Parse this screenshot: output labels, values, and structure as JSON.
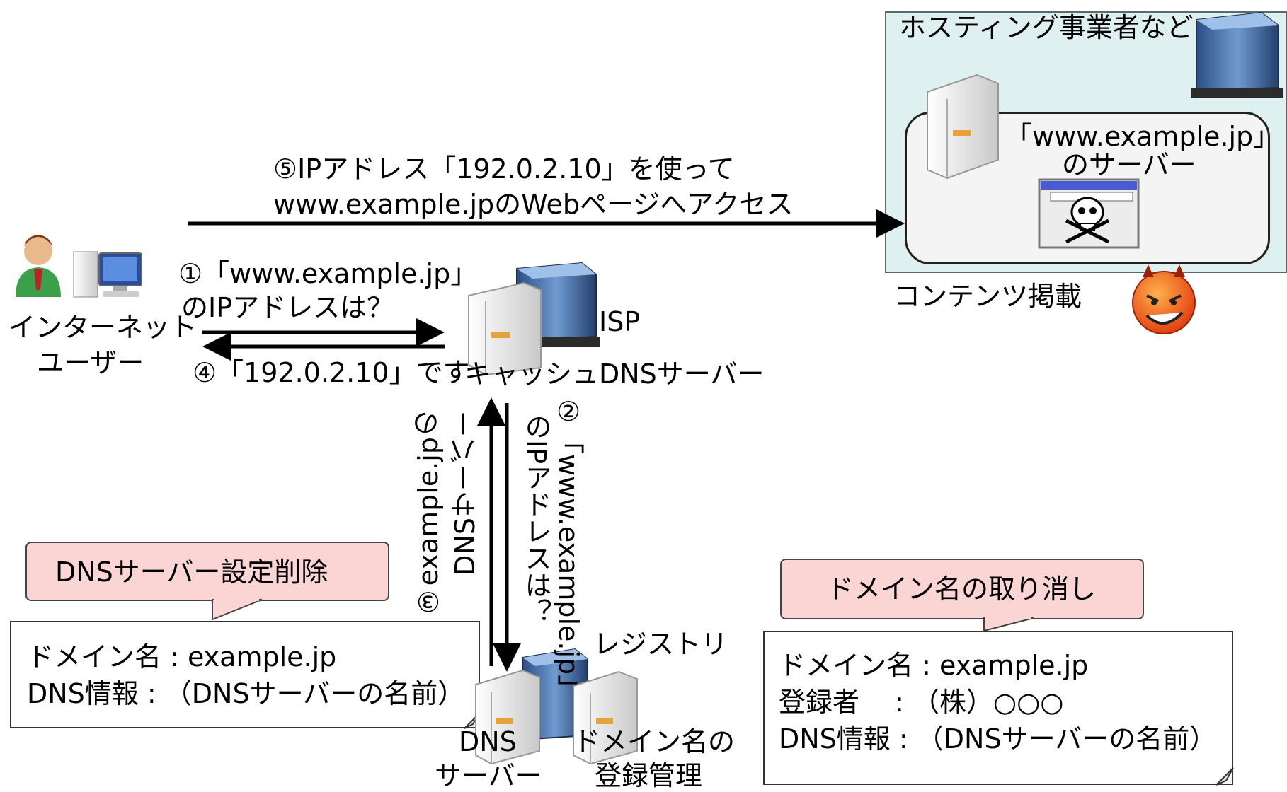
{
  "hosting": {
    "label": "ホスティング事業者など",
    "server_label_1": "「www.example.jp」",
    "server_label_2": "のサーバー",
    "content_label": "コンテンツ掲載"
  },
  "user": {
    "label_1": "インターネット",
    "label_2": "ユーザー"
  },
  "isp": {
    "label": "ISP",
    "cache_label": "キャッシュDNSサーバー"
  },
  "steps": {
    "s5_line1": "⑤IPアドレス「192.0.2.10」を使って",
    "s5_line2": "www.example.jpのWebページへアクセス",
    "s1_line1": "①「www.example.jp」",
    "s1_line2": "のIPアドレスは？",
    "s4": "④「192.0.2.10」です",
    "s2_line1": "②「www.example.jp」",
    "s2_line2": "のIPアドレスは？",
    "s3_line1": "③example.jpの",
    "s3_line2": "DNSサーバー"
  },
  "registry": {
    "label": "レジストリ",
    "dns_1": "DNS",
    "dns_2": "サーバー",
    "domain_1": "ドメイン名の",
    "domain_2": "登録管理"
  },
  "callout_left": {
    "title": "DNSサーバー設定削除",
    "line1": "ドメイン名 : example.jp",
    "line2": "DNS情報 : （DNSサーバーの名前）"
  },
  "callout_right": {
    "title": "ドメイン名の取り消し",
    "line1": "ドメイン名 : example.jp",
    "line2": "登録者　 : （株）○○○",
    "line3": "DNS情報 : （DNSサーバーの名前）"
  }
}
